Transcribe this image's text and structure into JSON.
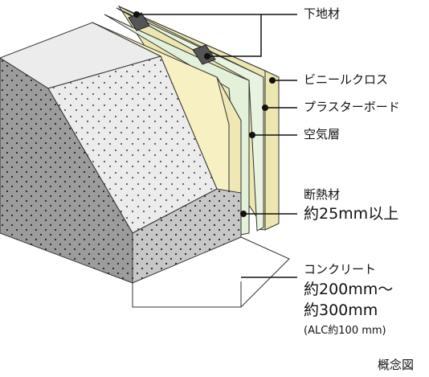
{
  "labels": {
    "furring": "下地材",
    "vinyl_cloth": "ビニールクロス",
    "plasterboard": "プラスターボード",
    "air_layer": "空気層",
    "insulation_title": "断熱材",
    "insulation_value": "約25mm以上",
    "concrete_title": "コンクリート",
    "concrete_value_1": "約200mm～",
    "concrete_value_2": "約300mm",
    "concrete_note": "(ALC約100 mm)",
    "caption": "概念図"
  },
  "colors": {
    "concrete_top": "#ececec",
    "concrete_front": "#c7c7c7",
    "concrete_side": "#9c9c9c",
    "insulation": "#f7f0c2",
    "air_layer": "#e3f0da",
    "plasterboard": "#e8f3e0",
    "vinyl_cloth": "#ece6b0",
    "furring": "#555555",
    "leader": "#111111"
  }
}
